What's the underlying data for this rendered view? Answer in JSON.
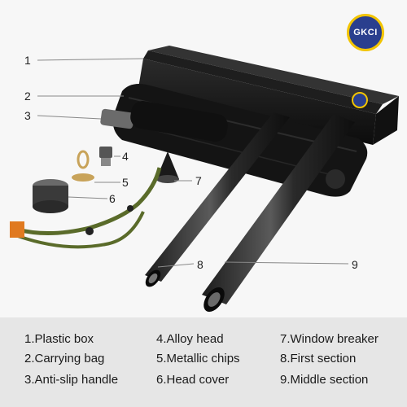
{
  "brand": {
    "logo_text": "GKCI",
    "badge_color": "#2a3f8e",
    "ring_color": "#f2c400"
  },
  "callouts": [
    "1",
    "2",
    "3",
    "4",
    "5",
    "6",
    "7",
    "8",
    "9"
  ],
  "legend": {
    "col1": [
      "1.Plastic box",
      "2.Carrying bag",
      "3.Anti-slip handle"
    ],
    "col2": [
      "4.Alloy head",
      "5.Metallic chips",
      "6.Head cover"
    ],
    "col3": [
      "7.Window breaker",
      "8.First section",
      "9.Middle section"
    ]
  }
}
